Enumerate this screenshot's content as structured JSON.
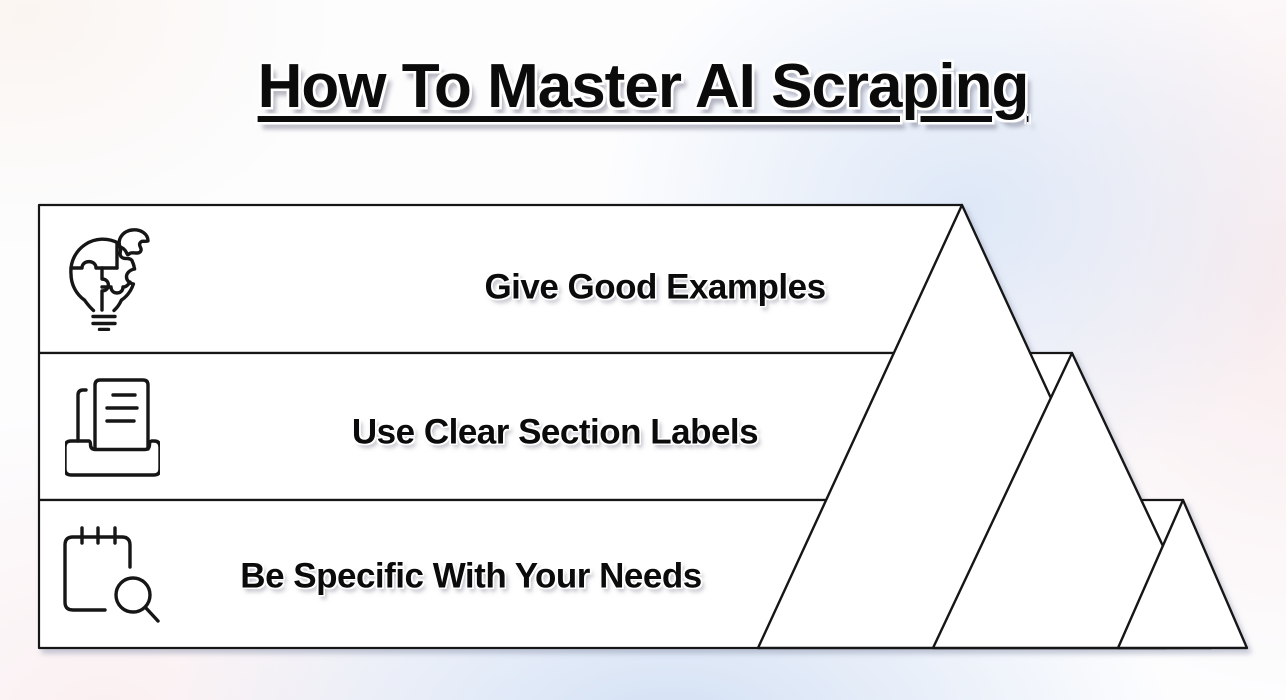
{
  "title": "How To Master AI Scraping",
  "rows": [
    {
      "icon": "puzzle-lightbulb-icon",
      "label": "Give Good Examples"
    },
    {
      "icon": "document-tray-icon",
      "label": "Use Clear Section Labels"
    },
    {
      "icon": "notepad-magnifier-icon",
      "label": "Be Specific With Your Needs"
    }
  ],
  "decor": {
    "shapes": [
      "large-triangle",
      "medium-triangle",
      "small-triangle"
    ]
  },
  "colors": {
    "outline": "#141414",
    "shape_fill": "#ffffff",
    "text": "#0b0b0b",
    "background_blue": "#e7eef9",
    "background_pink": "#f8eff0"
  }
}
